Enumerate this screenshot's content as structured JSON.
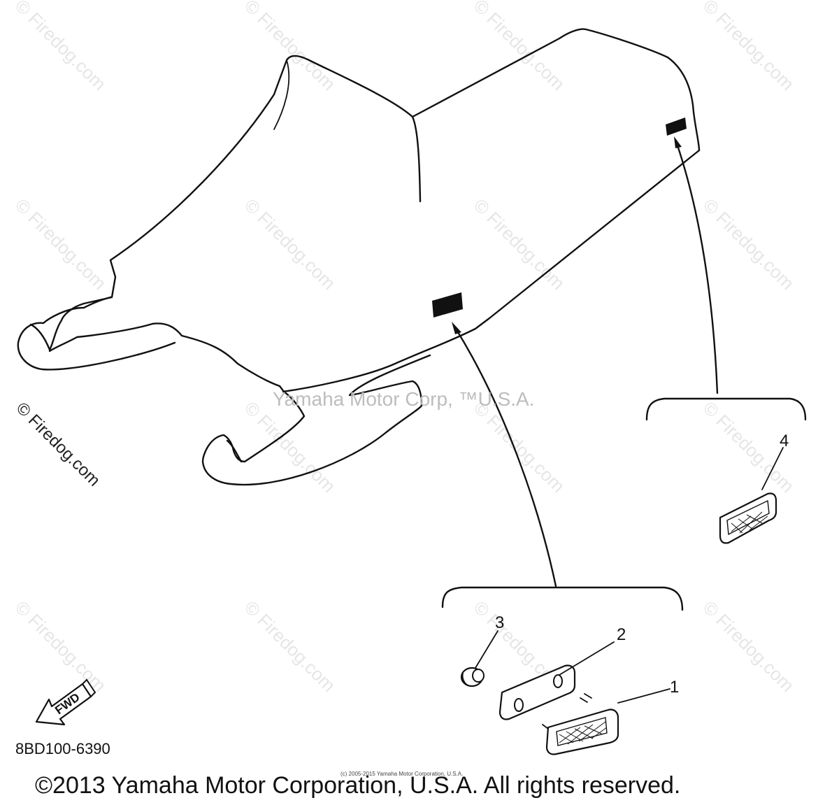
{
  "watermark": {
    "text": "© Firedog.com",
    "center_text": "Yamaha Motor Corp, ™U.S.A."
  },
  "callouts": [
    "1",
    "2",
    "3",
    "4"
  ],
  "diagram_code": "8BD100-6390",
  "fwd_label": "FWD",
  "small_credit": "(c) 2005-2015 Yamaha Motor Corporation, U.S.A.",
  "copyright": "©2013 Yamaha Motor Corporation, U.S.A. All rights reserved."
}
